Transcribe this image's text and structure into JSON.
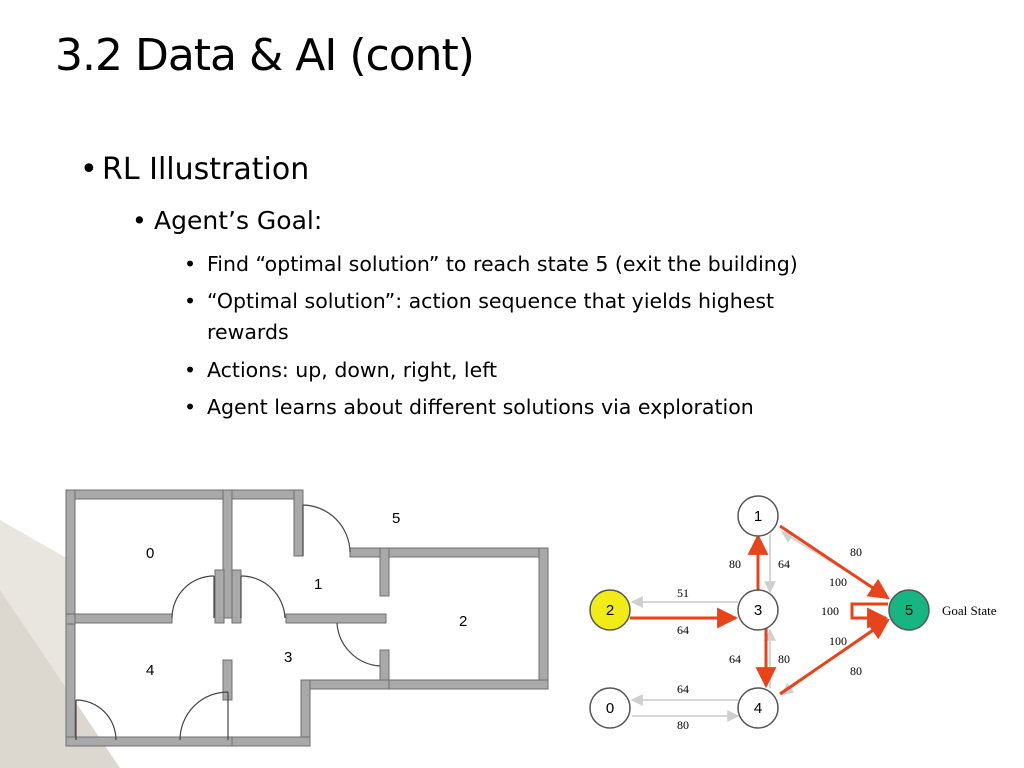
{
  "slide": {
    "title": "3.2 Data & AI (cont)",
    "bullet_l1": "RL Illustration",
    "bullet_l2": "Agent’s Goal:",
    "bullets_l3": [
      "Find “optimal solution” to reach state 5 (exit the building)",
      "“Optimal solution”: action sequence that yields highest",
      "rewards",
      "Actions: up, down, right, left",
      "Agent learns about different solutions via exploration"
    ]
  },
  "floorplan": {
    "room_labels": [
      "0",
      "1",
      "2",
      "3",
      "4",
      "5"
    ]
  },
  "graph": {
    "nodes": [
      "1",
      "2",
      "3",
      "5",
      "0",
      "4"
    ],
    "goal_label": "Goal State",
    "edge_labels": [
      "80",
      "64",
      "80",
      "100",
      "51",
      "64",
      "100",
      "100",
      "64",
      "80",
      "80",
      "64",
      "80"
    ],
    "colors": {
      "highlight_edge": "#e8431a",
      "light_edge": "#d4d4d4",
      "node_2": "#f2ec16",
      "node_5": "#16b582"
    }
  }
}
